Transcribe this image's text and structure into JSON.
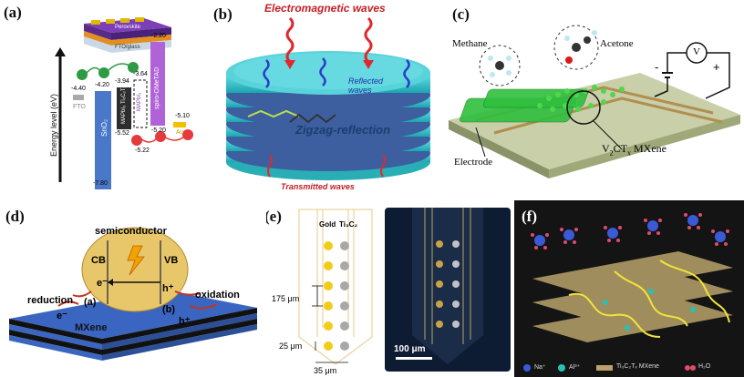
{
  "panels": {
    "a": {
      "label": "(a)",
      "stack_layers": {
        "top": "Perovskite",
        "bottom": "FTO/glass"
      },
      "y_axis_label": "Energy level (eV)",
      "materials": {
        "fto": "FTO",
        "sno2": "SnO₂",
        "mapbi3_ti3c2": "MAPbI₃ Ti₃C₂Tₓ",
        "mapbi3": "MAPbI₃",
        "spiro": "spiro-OMeTAD",
        "au": "Au"
      },
      "values": {
        "fto": "-4.40",
        "sno2_top": "-4.20",
        "sno2_bottom": "-7.80",
        "mx_top": "-3.94",
        "mx_bottom": "-5.52",
        "mapbi_top": "-3.64",
        "mapbi_bottom": "-5.22",
        "spiro_top": "-2.20",
        "spiro_bottom": "-5.20",
        "au": "-5.10"
      },
      "carriers": {
        "electron": "e",
        "hole": "+"
      },
      "colors": {
        "fto": "#a9a9a9",
        "sno2": "#4a78c8",
        "spiro": "#b063d6",
        "au": "#f2c200",
        "hole": "#e5393b",
        "electron": "#2e9a43"
      }
    },
    "b": {
      "label": "(b)",
      "top_label": "Electromagnetic waves",
      "reflected_label": "Reflected waves",
      "zigzag_label": "Zigzag-reflection",
      "bottom_label": "Transmitted waves",
      "colors": {
        "disc": "#38c4c9",
        "wave_red": "#e0282d",
        "wave_blue": "#2b3ec9"
      }
    },
    "c": {
      "label": "(c)",
      "molecule_left": "Methane",
      "molecule_right": "Acetone",
      "meter": "V",
      "minus": "-",
      "plus": "+",
      "electrode_label": "Electrode",
      "mxene_label_main": "V",
      "mxene_sub1": "2",
      "mxene_mid": "CT",
      "mxene_sub2": "x",
      "mxene_tail": " MXene"
    },
    "d": {
      "label": "(d)",
      "title": "semiconductor",
      "cb": "CB",
      "vb": "VB",
      "e_minus": "e⁻",
      "h_plus": "h⁺",
      "reduction": "reduction",
      "oxidation": "oxidation",
      "mark_a": "(a)",
      "mark_b": "(b)",
      "substrate": "MXene"
    },
    "e": {
      "label": "(e)",
      "col_gold": "Gold",
      "col_ti": "Ti₃C₂",
      "dim_175": "175 μm",
      "dim_25": "25 μm",
      "dim_35": "35 μm",
      "scale_bar": "100 μm"
    },
    "f": {
      "label": "(f)",
      "legend": [
        "Na⁺",
        "Al³⁺",
        "Ti₃C₂Tₓ MXene",
        "H₂O"
      ]
    }
  }
}
